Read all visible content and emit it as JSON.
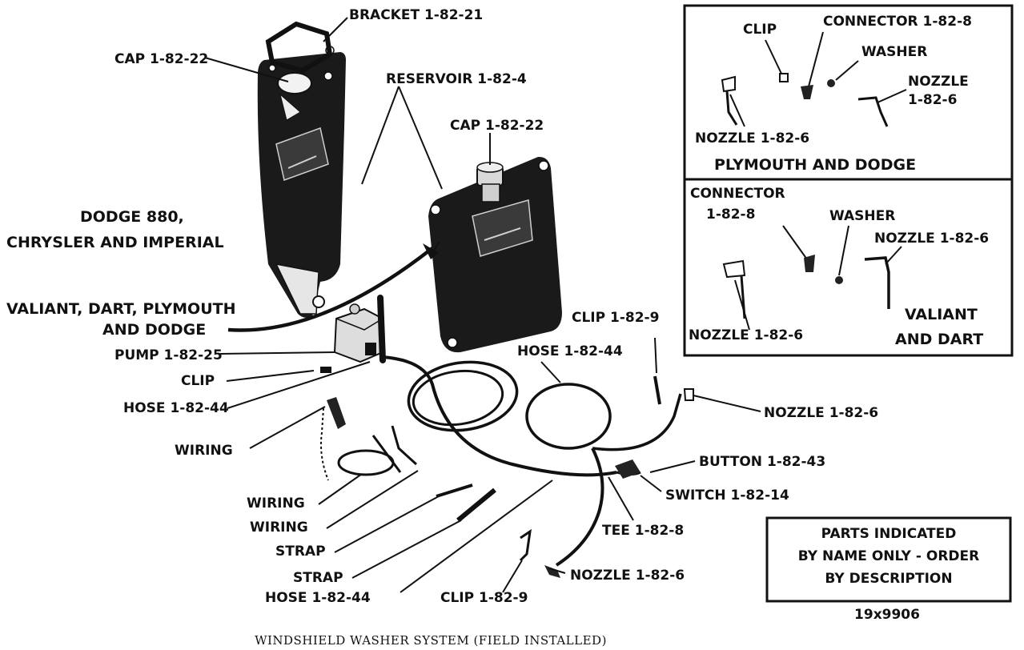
{
  "caption": "WINDSHIELD WASHER SYSTEM (FIELD INSTALLED)",
  "figure_number": "19x9906",
  "note_lines": [
    "PARTS INDICATED",
    "BY NAME ONLY - ORDER",
    "BY DESCRIPTION"
  ],
  "main_labels": {
    "bracket": "BRACKET 1-82-21",
    "cap_left": "CAP 1-82-22",
    "reservoir": "RESERVOIR 1-82-4",
    "cap_right": "CAP 1-82-22",
    "dodge_880_l1": "DODGE 880,",
    "dodge_880_l2": "CHRYSLER AND IMPERIAL",
    "valiant_l1": "VALIANT, DART, PLYMOUTH",
    "valiant_l2": "AND DODGE",
    "pump": "PUMP 1-82-25",
    "clip": "CLIP",
    "hose_pump": "HOSE 1-82-44",
    "wiring_1": "WIRING",
    "wiring_2": "WIRING",
    "wiring_3": "WIRING",
    "strap_1": "STRAP",
    "strap_2": "STRAP",
    "hose_bottom": "HOSE 1-82-44",
    "clip_bottom": "CLIP 1-82-9",
    "nozzle_bottom": "NOZZLE 1-82-6",
    "tee": "TEE 1-82-8",
    "switch": "SWITCH 1-82-14",
    "button": "BUTTON 1-82-43",
    "nozzle_right": "NOZZLE 1-82-6",
    "clip_top": "CLIP 1-82-9",
    "hose_top": "HOSE 1-82-44"
  },
  "inset_plymouth": {
    "clip": "CLIP",
    "connector": "CONNECTOR 1-82-8",
    "washer": "WASHER",
    "nozzle_r_l1": "NOZZLE",
    "nozzle_r_l2": "1-82-6",
    "nozzle_l": "NOZZLE 1-82-6",
    "title": "PLYMOUTH AND DODGE"
  },
  "inset_valiant": {
    "connector_l1": "CONNECTOR",
    "connector_l2": "1-82-8",
    "washer": "WASHER",
    "nozzle_r": "NOZZLE 1-82-6",
    "nozzle_l": "NOZZLE 1-82-6",
    "title_l1": "VALIANT",
    "title_l2": "AND DART"
  }
}
